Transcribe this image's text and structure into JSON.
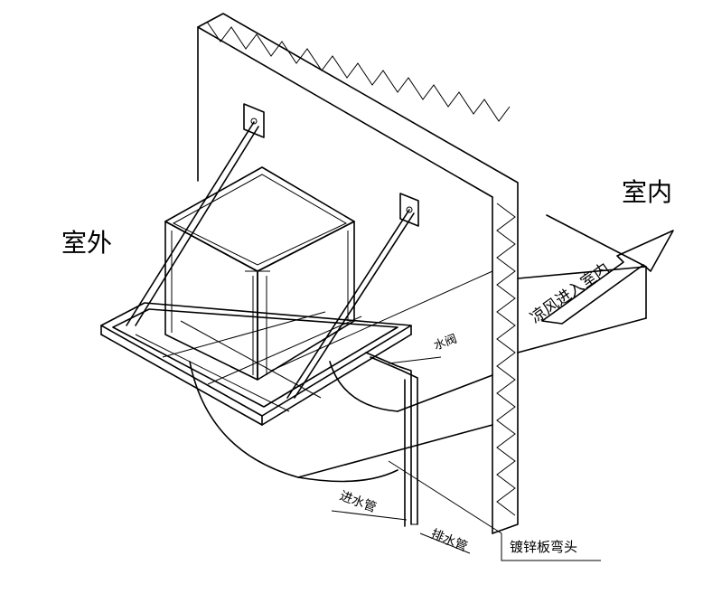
{
  "labels": {
    "outdoor": "室外",
    "indoor": "室内",
    "cool_air": "凉风进入室内",
    "water_valve": "水阀",
    "inlet_pipe": "进水管",
    "drain_pipe": "排水管",
    "elbow": "镀锌板弯头"
  }
}
